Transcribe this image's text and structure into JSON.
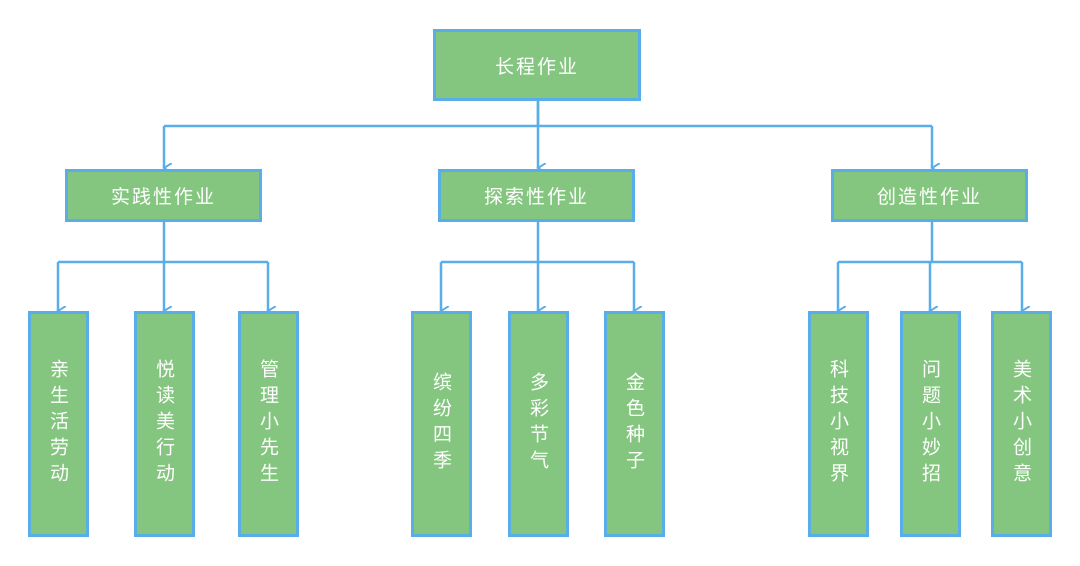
{
  "root": {
    "label": "长程作业"
  },
  "categories": [
    {
      "label": "实践性作业",
      "children": [
        "亲生活劳动",
        "悦读美行动",
        "管理小先生"
      ]
    },
    {
      "label": "探索性作业",
      "children": [
        "缤纷四季",
        "多彩节气",
        "金色种子"
      ]
    },
    {
      "label": "创造性作业",
      "children": [
        "科技小视界",
        "问题小妙招",
        "美术小创意"
      ]
    }
  ],
  "colors": {
    "box_fill": "#84c67f",
    "box_border": "#5aaee8",
    "connector": "#5aaee8",
    "text": "#ffffff"
  }
}
